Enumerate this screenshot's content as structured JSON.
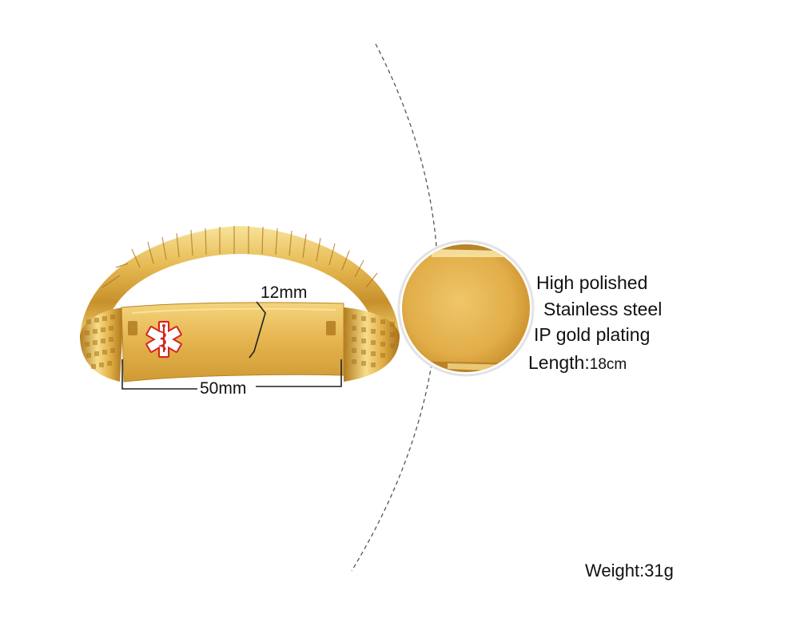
{
  "dimensions": {
    "height_label": "12mm",
    "width_label": "50mm"
  },
  "specs": {
    "line1": "High polished",
    "line2": "Stainless steel",
    "line3": "IP gold plating",
    "length_prefix": "Length:",
    "length_value": "18cm",
    "weight": "Weight:31g"
  },
  "colors": {
    "gold_light": "#f6dc8a",
    "gold_mid": "#e2b24a",
    "gold_dark": "#b07a1c",
    "medical_red": "#d6261f"
  },
  "icons": {
    "medical_symbol": "star-of-life-icon"
  }
}
